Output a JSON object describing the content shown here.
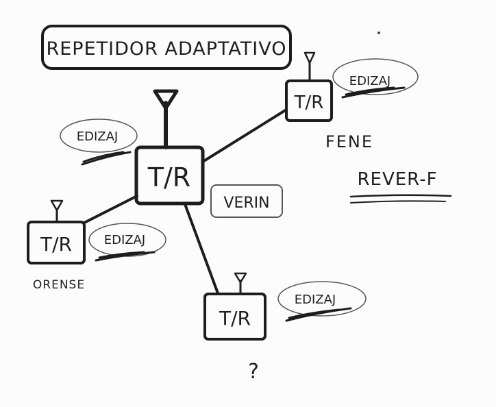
{
  "title": "REPETIDOR ADAPTATIVO",
  "nodes": {
    "main": {
      "label": "T/R",
      "location": "VERIN",
      "tag": "EDIZAJ"
    },
    "fene": {
      "label": "T/R",
      "location": "FENE",
      "tag": "EDIZAJ"
    },
    "orense": {
      "label": "T/R",
      "location": "ORENSE",
      "tag": "EDIZAJ"
    },
    "unknown": {
      "label": "T/R",
      "location": "?",
      "tag": "EDIZAJ"
    }
  },
  "note": "REVER-F",
  "colors": {
    "ink": "#1d1d1d",
    "paper": "#fcfcfc"
  }
}
